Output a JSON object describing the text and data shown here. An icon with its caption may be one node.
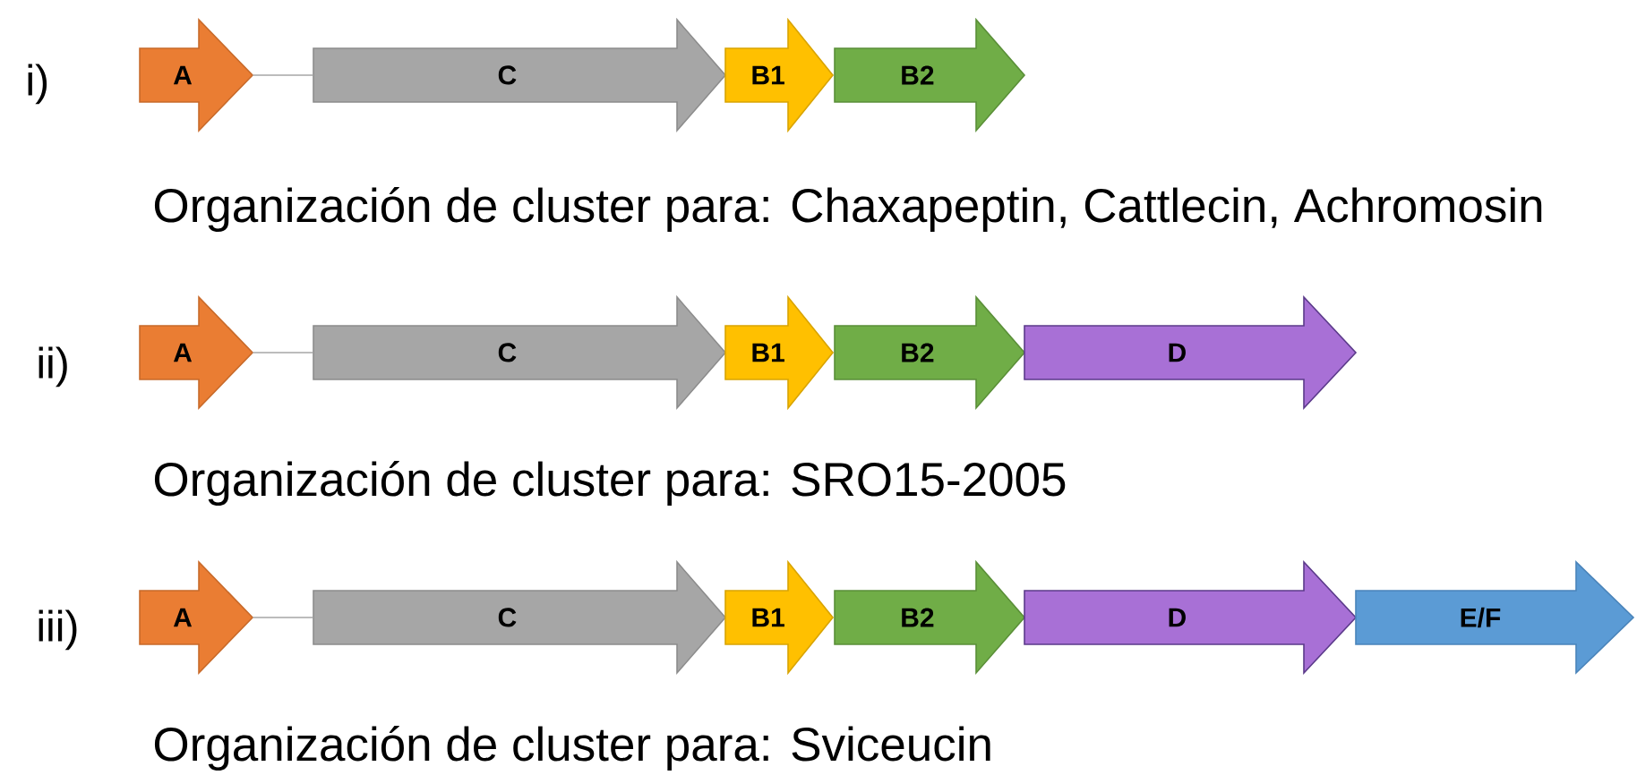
{
  "diagram": {
    "nodes": [
      {
        "text": [
          "A"
        ]
      },
      {
        "text": [
          "C"
        ]
      },
      {
        "text": [
          "B1"
        ]
      },
      {
        "text": [
          "B2"
        ]
      },
      {
        "text": [
          "A"
        ]
      },
      {
        "text": [
          "C"
        ]
      },
      {
        "text": [
          "B1"
        ]
      },
      {
        "text": [
          "B2"
        ]
      },
      {
        "text": [
          "D"
        ]
      },
      {
        "text": [
          "A"
        ]
      },
      {
        "text": [
          "C"
        ]
      },
      {
        "text": [
          "B1"
        ]
      },
      {
        "text": [
          "B2"
        ]
      },
      {
        "text": [
          "D"
        ]
      },
      {
        "text": [
          "E/F"
        ]
      }
    ],
    "edges": [
      {
        "from": 0,
        "to": 1,
        "arrow": "none"
      },
      {
        "from": 4,
        "to": 5,
        "arrow": "none"
      },
      {
        "from": 9,
        "to": 10,
        "arrow": "none"
      }
    ],
    "labels": [
      "i)",
      "Organización de cluster para: Chaxapeptin, Cattlecin, Achromosin",
      "ii)",
      "Organización de cluster para: SRO15-2005",
      "iii)",
      "Organización de cluster para: Sviceucin"
    ]
  }
}
